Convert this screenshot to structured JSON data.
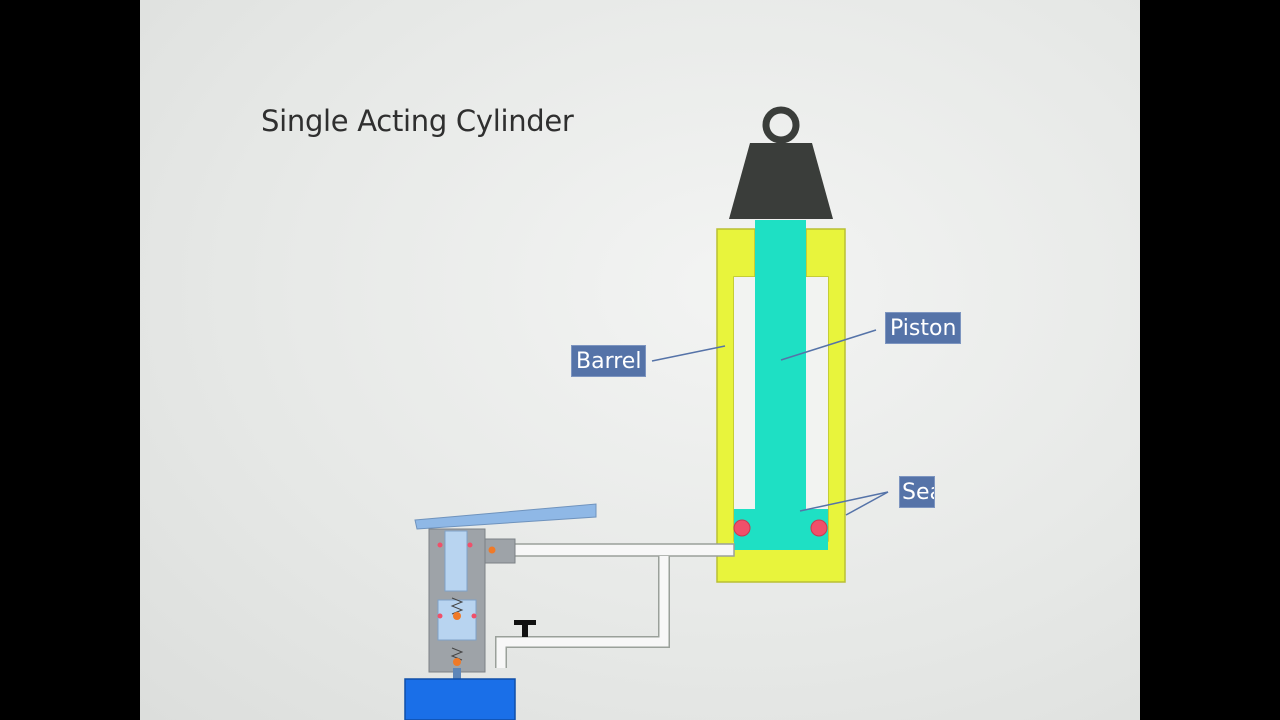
{
  "title": "Single Acting Cylinder",
  "labels": {
    "barrel": "Barrel",
    "piston": "Piston",
    "seal": "Seal"
  },
  "colors": {
    "barrel": "#e8f43c",
    "piston": "#1ee0c4",
    "weight": "#3a3d3a",
    "pump_handle": "#8fb8e6",
    "reservoir": "#1a6fe8",
    "seal": "#f0506a",
    "label_bg": "#5573a8",
    "pipe": "#f7f7f7"
  }
}
